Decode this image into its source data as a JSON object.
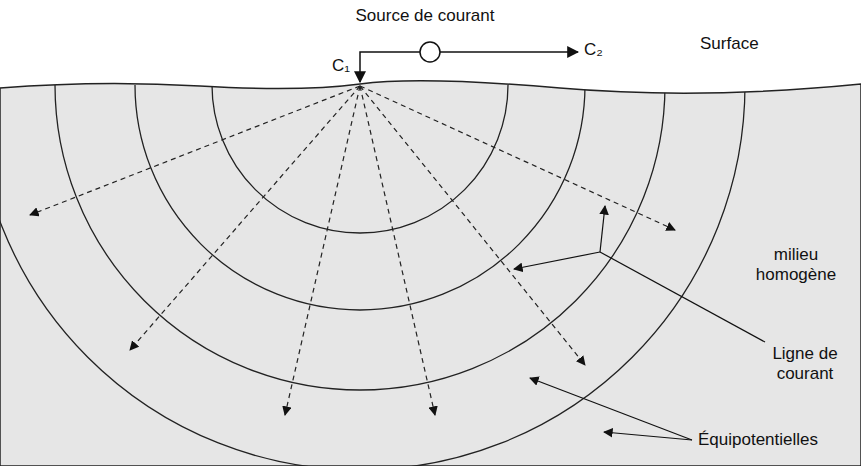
{
  "diagram": {
    "labels": [
      "Source de courant",
      "C₁",
      "C₂",
      "Surface",
      "milieu homogène",
      "Ligne de courant",
      "Équipotentielles"
    ]
  }
}
